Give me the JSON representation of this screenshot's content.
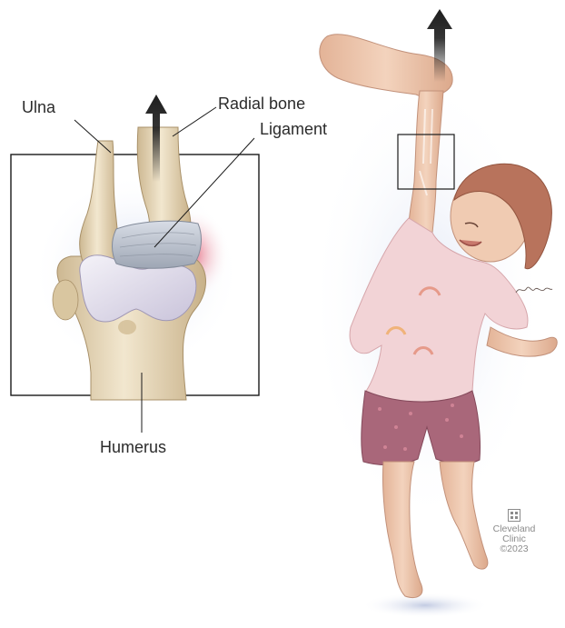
{
  "labels": {
    "ulna": "Ulna",
    "radial_bone": "Radial bone",
    "ligament": "Ligament",
    "humerus": "Humerus"
  },
  "credit": {
    "line1": "Cleveland",
    "line2": "Clinic",
    "line3": "©2023"
  },
  "colors": {
    "bone": "#e9dcc0",
    "bone_shadow": "#c9b48c",
    "cartilage": "#ddd8ea",
    "ligament": "#b9c0cc",
    "inflammation": "#e0405a",
    "arrow": "#1e1e1e",
    "skin": "#efc9b0",
    "shirt": "#f2d3d6",
    "shorts": "#a9677a",
    "hair": "#b8735c",
    "frame": "#1a1a1a"
  }
}
